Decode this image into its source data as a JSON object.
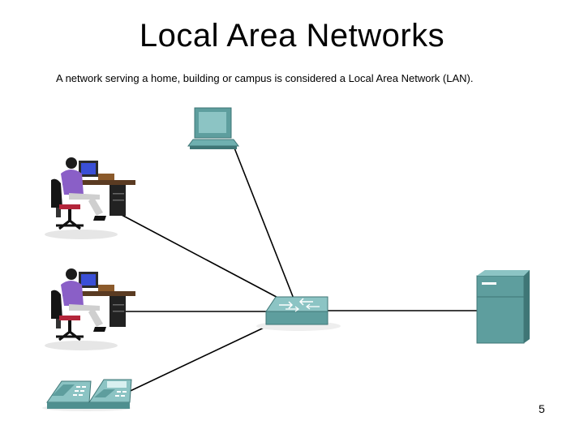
{
  "slide": {
    "title": "Local Area Networks",
    "subtitle": "A network serving a home, building or campus is considered a Local Area Network (LAN).",
    "page_number": "5"
  },
  "icons": [
    "monitor-icon",
    "workstation-user-icon",
    "network-switch-icon",
    "server-icon",
    "ip-phone-icon"
  ],
  "colors": {
    "device": "#5e9e9e",
    "device_light": "#8cc4c4",
    "device_dark": "#3f7676",
    "link": "#000000"
  }
}
